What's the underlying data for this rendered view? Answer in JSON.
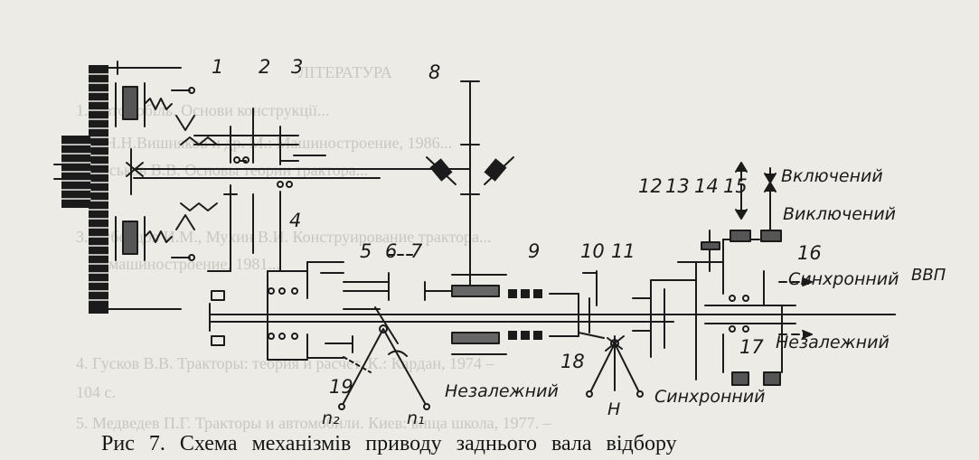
{
  "background_text": {
    "lines": [
      "ЛІТЕРАТУРА",
      "1. Автомобіль. Основи конструкції...",
      "(Н.Н.Вишняков и др. М.: Машиностроение, 1986...",
      "2. Гуськов В.В. Основы теории трактора...",
      "3. Лубенцов И.М., Мухин В.И. Конструирование трактора...",
      "машиностроение, 1981...",
      "4. Гусков В.В. Тракторы: теория и расчет. К.: Кардан, 1974 –",
      "104 с.",
      "5. Медведев П.Г. Тракторы и автомобили. Киев: вища школа, 1977. –"
    ]
  },
  "labels": {
    "n1": "1",
    "n2": "2",
    "n3": "3",
    "n4": "4",
    "n5": "5",
    "n6": "6",
    "n7": "7",
    "n8": "8",
    "n9": "9",
    "n10": "10",
    "n11": "11",
    "n12": "12",
    "n13": "13",
    "n14": "14",
    "n15": "15",
    "n16": "16",
    "n17": "17",
    "n18": "18",
    "n19": "19",
    "engaged": "Включений",
    "disengaged": "Виключений",
    "synchronous": "Синхронний",
    "independent": "Незалежний",
    "pto": "ВВП",
    "independent_lever": "Незалежний",
    "synchronous_lever": "Синхронний",
    "neutral": "Н",
    "pos_n1": "n₁",
    "pos_n2": "n₂"
  },
  "caption": "Рис 7. Схема механізмів приводу заднього вала відбору"
}
